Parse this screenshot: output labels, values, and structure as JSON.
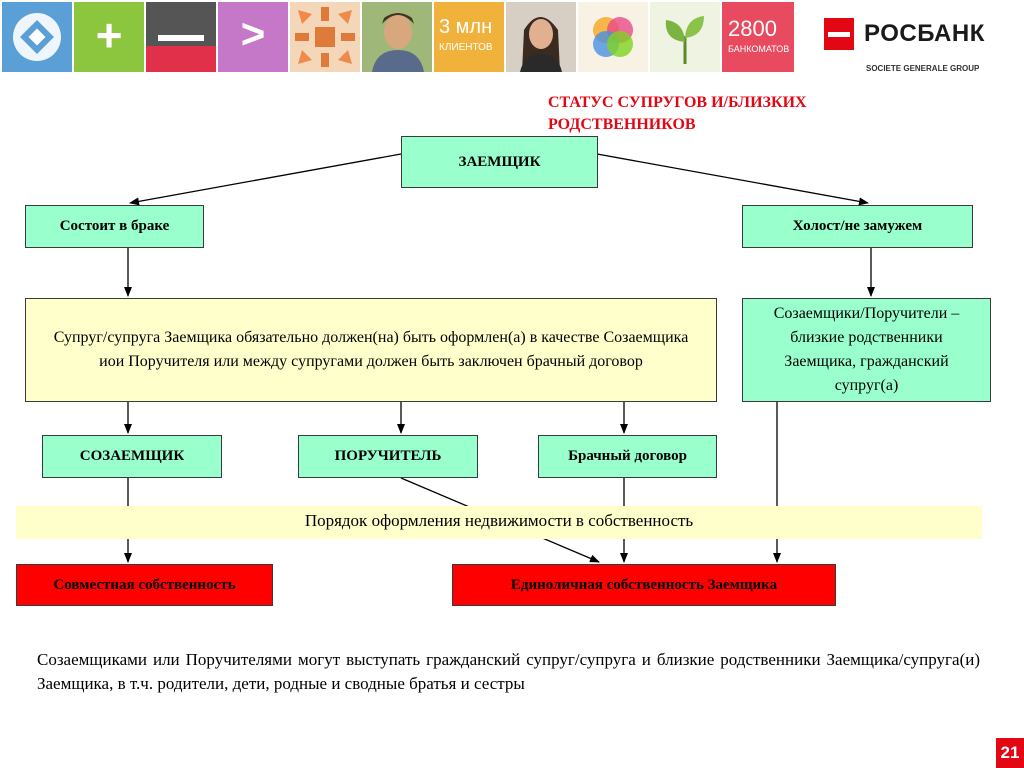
{
  "banner": {
    "tiles": [
      {
        "name": "logo-tile-icon",
        "color": "#5a9fd6"
      },
      {
        "name": "plus-tile-icon",
        "color": "#8cc63f",
        "symbol": "+"
      },
      {
        "name": "minus-tile-icon",
        "color": "#555555",
        "symbol": "—"
      },
      {
        "name": "greater-than-tile-icon",
        "color": "#c678c8",
        "symbol": ">"
      },
      {
        "name": "arrows-tile-icon",
        "color": "#f4b183"
      },
      {
        "name": "man-photo-icon",
        "color": "#c8a882"
      },
      {
        "name": "clients-tile",
        "color": "#f0b23a",
        "line1": "3 млн",
        "line2": "КЛИЕНТОВ"
      },
      {
        "name": "woman-photo-icon",
        "color": "#8b7a6a"
      },
      {
        "name": "color-circles-tile-icon",
        "color": "#f5f0e0"
      },
      {
        "name": "sprout-tile-icon",
        "color": "#e8f0d8"
      },
      {
        "name": "atm-tile",
        "color": "#e84a5f",
        "line1": "2800",
        "line2": "БАНКОМАТОВ"
      }
    ],
    "brand": "РОСБАНК",
    "brand_sub": "SOCIETE GENERALE GROUP"
  },
  "title": "СТАТУС СУПРУГОВ И/БЛИЗКИХ РОДСТВЕННИКОВ",
  "diagram": {
    "borrower": "ЗАЕМЩИК",
    "married": "Состоит в браке",
    "single": "Холост/не замужем",
    "married_note": "Супруг/супруга Заемщика обязательно должен(на) быть оформлен(а) в качестве Созаемщика иои Поручителя или между супругами должен быть заключен брачный договор",
    "single_note": "Созаемщики/Поручители – близкие родственники Заемщика, гражданский супруг(а)",
    "coborrower": "СОЗАЕМЩИК",
    "guarantor": "ПОРУЧИТЕЛЬ",
    "marriage_contract": "Брачный договор",
    "property_order": "Порядок оформления недвижимости в собственность",
    "joint_ownership": "Совместная собственность",
    "sole_ownership": "Единоличная собственность Заемщика"
  },
  "footer_text": "Созаемщиками или Поручителями могут выступать гражданский супруг/супруга и близкие родственники Заемщика/супруга(и) Заемщика, в т.ч. родители, дети, родные и сводные братья и сестры",
  "page_number": "21",
  "colors": {
    "green_box": "#99ffcc",
    "yellow_box": "#ffffcc",
    "red_box": "#ff0000",
    "title_red": "#e30613"
  }
}
